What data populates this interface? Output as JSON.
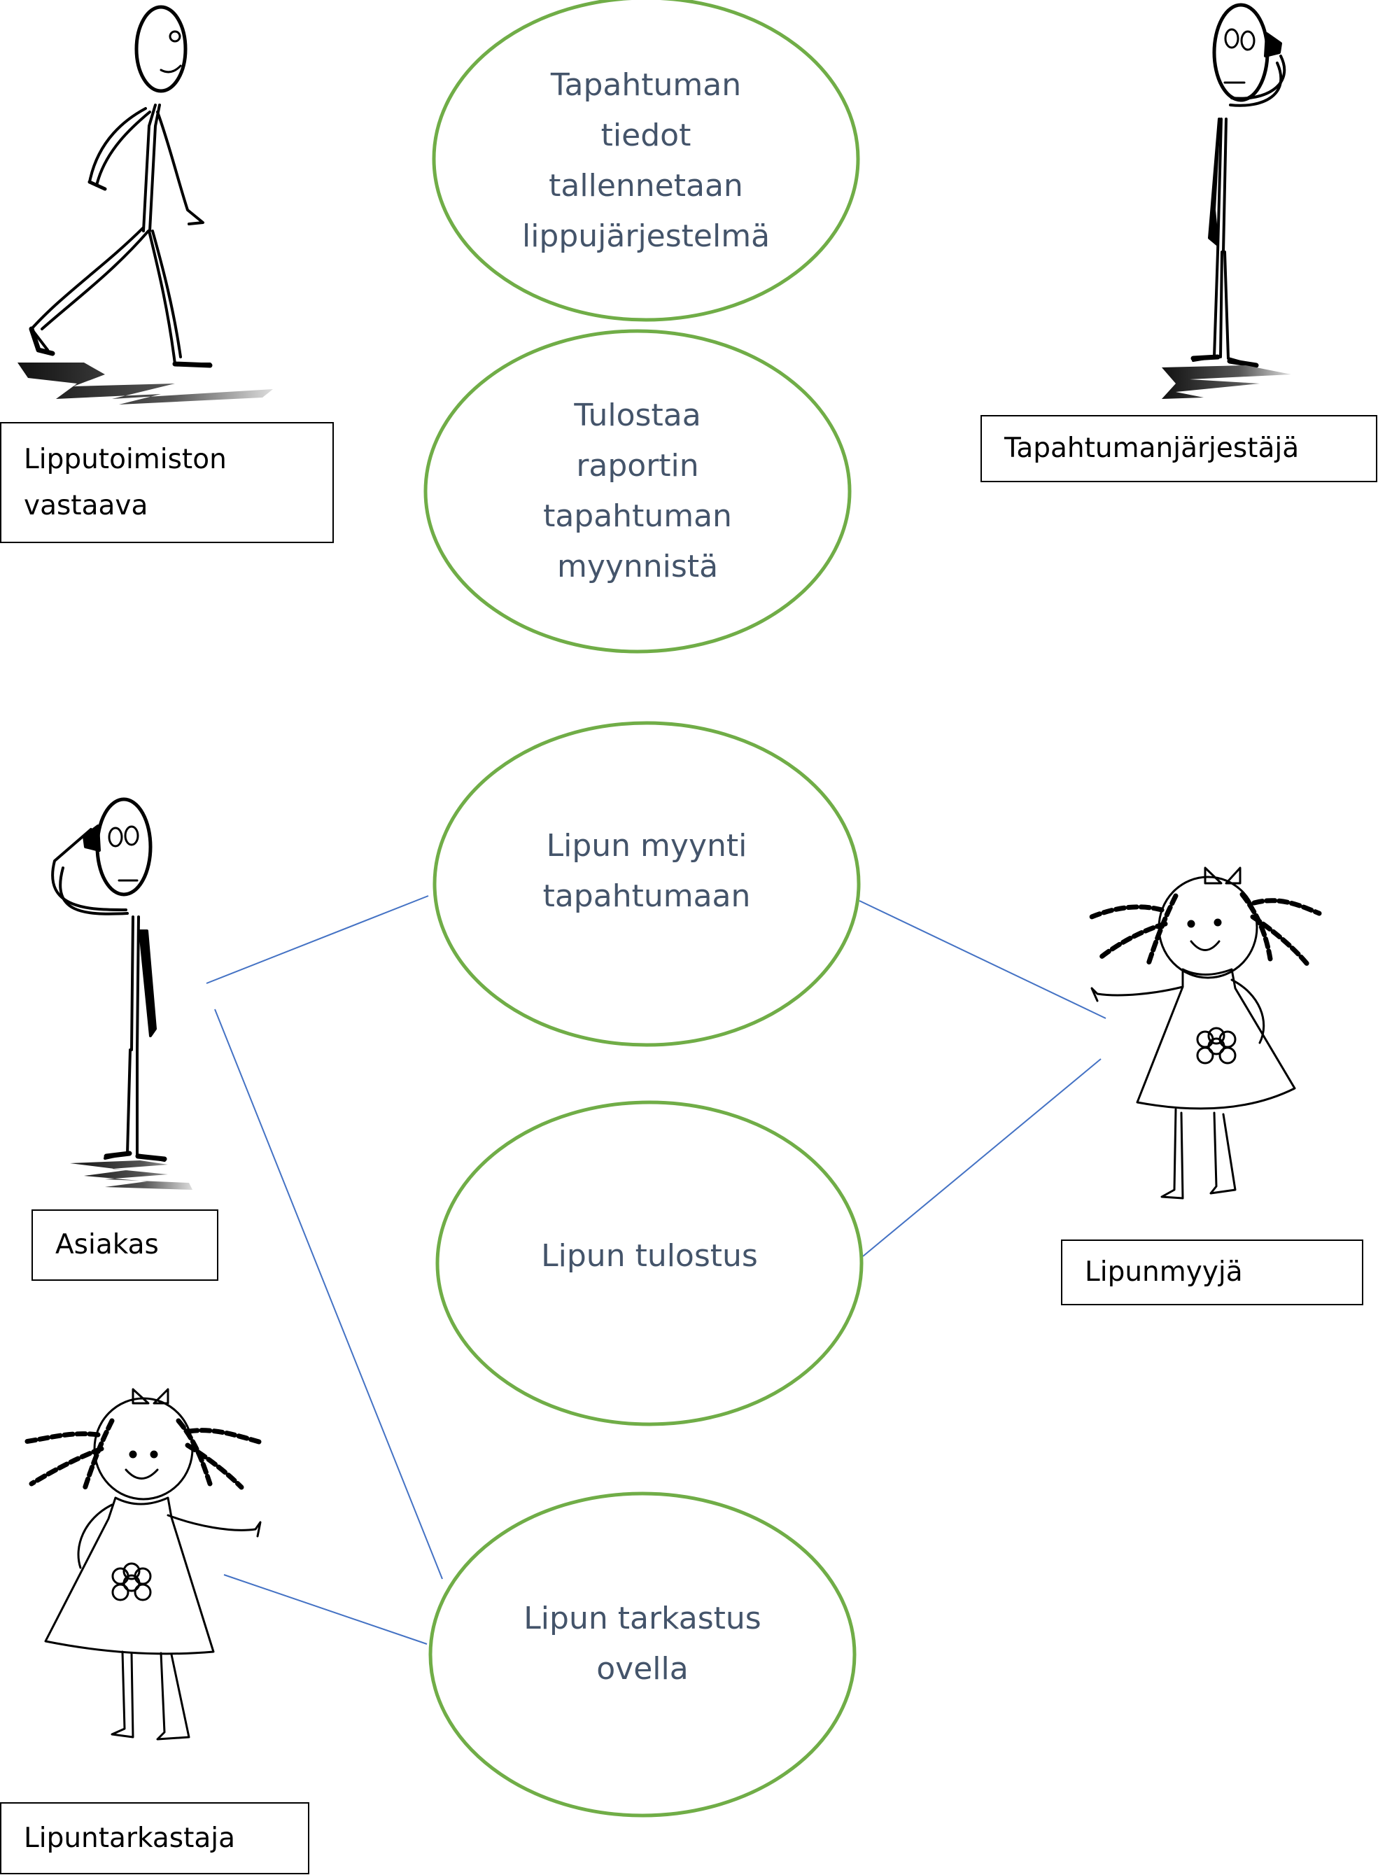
{
  "use_cases": [
    {
      "id": "store_event_info",
      "lines": [
        "Tapahtuman",
        "tiedot",
        "tallennetaan",
        "lippujärjestelmä"
      ]
    },
    {
      "id": "print_sales_report",
      "lines": [
        "Tulostaa",
        "raportin",
        "tapahtuman",
        "myynnistä"
      ]
    },
    {
      "id": "ticket_sale",
      "lines": [
        "Lipun myynti",
        "tapahtumaan"
      ]
    },
    {
      "id": "ticket_printing",
      "lines": [
        "Lipun tulostus"
      ]
    },
    {
      "id": "ticket_check",
      "lines": [
        "Lipun tarkastus",
        "ovella"
      ]
    }
  ],
  "actors": [
    {
      "id": "office_manager",
      "figure": "walking-stick-figure",
      "lines": [
        "Lipputoimiston",
        "vastaava"
      ]
    },
    {
      "id": "event_organizer",
      "figure": "thinking-stick-figure",
      "lines": [
        "Tapahtumanjärjestäjä"
      ]
    },
    {
      "id": "customer",
      "figure": "thinking-stick-figure",
      "lines": [
        "Asiakas"
      ]
    },
    {
      "id": "ticket_seller",
      "figure": "girl-figure",
      "lines": [
        "Lipunmyyjä"
      ]
    },
    {
      "id": "ticket_inspector",
      "figure": "girl-figure",
      "lines": [
        "Lipuntarkastaja"
      ]
    }
  ],
  "associations": [
    {
      "actor": "customer",
      "use_case": "ticket_sale"
    },
    {
      "actor": "customer",
      "use_case": "ticket_check"
    },
    {
      "actor": "ticket_seller",
      "use_case": "ticket_sale"
    },
    {
      "actor": "ticket_seller",
      "use_case": "ticket_printing"
    },
    {
      "actor": "ticket_inspector",
      "use_case": "ticket_check"
    }
  ],
  "colors": {
    "use_case_border": "#70ad47",
    "use_case_text": "#44546a",
    "association_line": "#4472c4",
    "actor_outline": "#000000"
  }
}
